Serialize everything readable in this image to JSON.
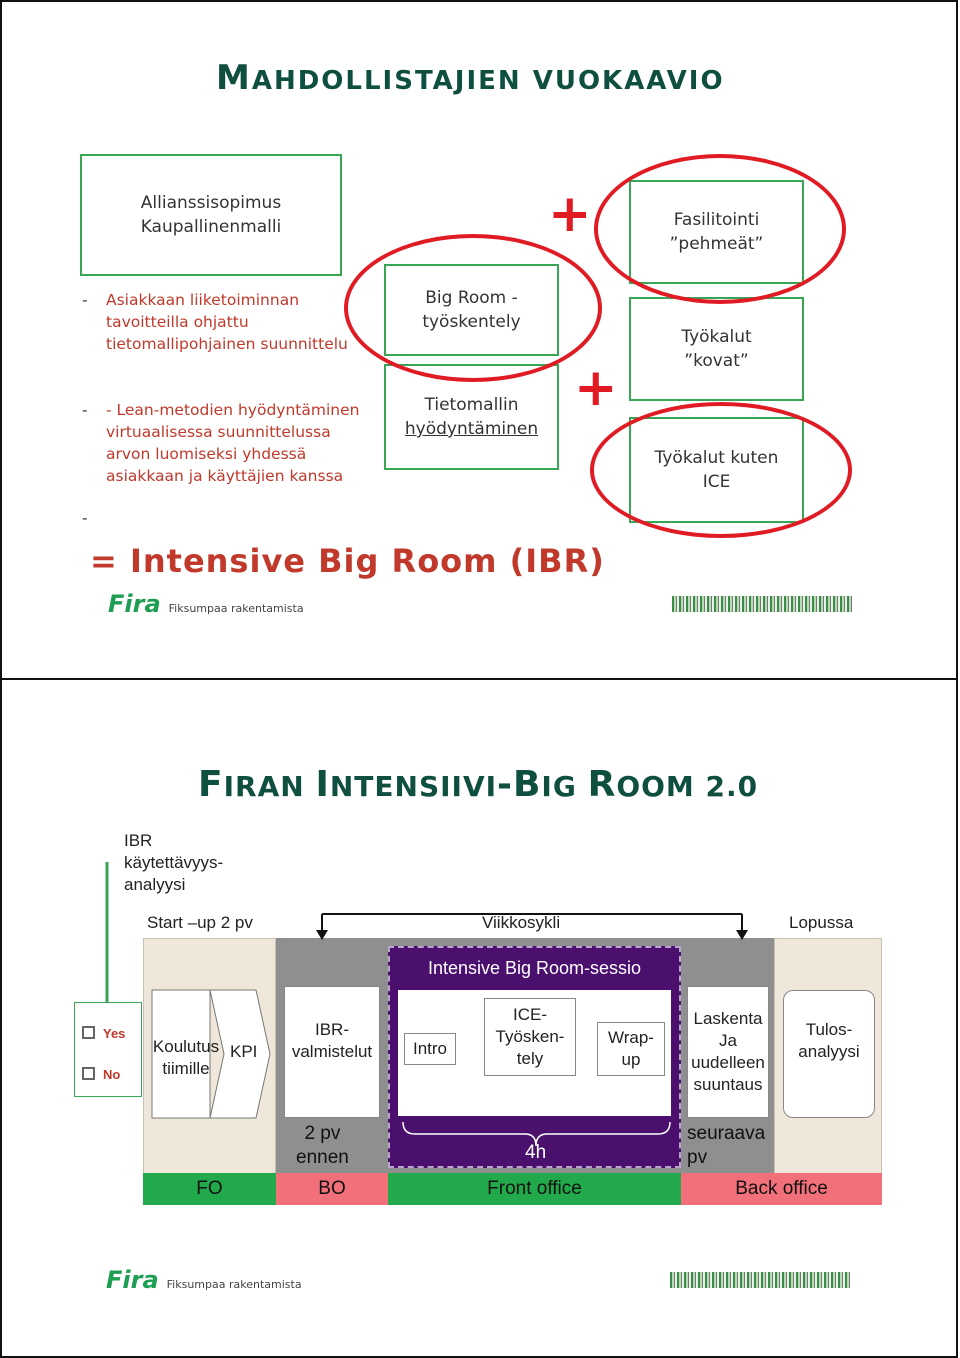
{
  "slide1": {
    "title_first": "M",
    "title_rest": "AHDOLLISTAJIEN VUOKAAVIO",
    "contract_box": [
      "Allianssisopimus",
      "Kaupallinenmalli"
    ],
    "bullets": [
      {
        "dash": "-",
        "text": "Asiakkaan liiketoiminnan tavoitteilla ohjattu tietomallipohjainen suunnittelu"
      },
      {
        "dash": "-",
        "text": "- Lean-metodien hyödyntäminen virtuaalisessa suunnittelussa arvon luomiseksi yhdessä asiakkaan ja käyttäjien kanssa"
      },
      {
        "dash": "-",
        "text": ""
      }
    ],
    "bigroom_box": [
      "Big Room -",
      "työskentely"
    ],
    "model_box": [
      "Tietomallin",
      "hyödyntäminen"
    ],
    "fasilitointi_box": [
      "Fasilitointi",
      "”pehmeät”"
    ],
    "tools_hard_box": [
      "Työkalut",
      "”kovat”"
    ],
    "tools_ice_box": [
      "Työkalut kuten",
      "ICE"
    ],
    "plus_symbol": "+",
    "result": "= Intensive Big Room (IBR)"
  },
  "slide2": {
    "title_parts": [
      "F",
      "IRAN ",
      "I",
      "NTENSIIVI",
      "-B",
      "IG ",
      "R",
      "OOM 2.0"
    ],
    "ibr_label": [
      "IBR",
      "käytettävyys-",
      "analyysi"
    ],
    "phase_start": "Start –up 2 pv",
    "phase_weekly": "Viikkosykli",
    "phase_end": "Lopussa",
    "session_title": "Intensive Big Room-sessio",
    "checkbox_yes": "Yes",
    "checkbox_no": "No",
    "koulutus": [
      "Koulutus",
      "tiimille"
    ],
    "kpi": "KPI",
    "ibr_prep": [
      "IBR-",
      "valmistelut"
    ],
    "intro": "Intro",
    "ice_work": [
      "ICE-",
      "Työsken-",
      "tely"
    ],
    "wrapup": [
      "Wrap-",
      "up"
    ],
    "laskenta": [
      "Laskenta",
      "Ja",
      "uudelleen",
      "suuntaus"
    ],
    "tulos": [
      "Tulos-",
      "analyysi"
    ],
    "two_days_before": [
      "2 pv",
      "ennen"
    ],
    "duration": "4h",
    "next_day": [
      "seuraava",
      "pv"
    ],
    "bottom_bar": [
      "FO",
      "BO",
      "Front office",
      "Back office"
    ]
  },
  "logo": {
    "brand": "Fira",
    "tagline": "Fiksumpaa rakentamista"
  },
  "colors": {
    "accent_green": "#3aa655",
    "title_green": "#0f4f3f",
    "highlight_red": "#e01b24",
    "bullet_red": "#c0392b",
    "session_purple": "#4b0f6e",
    "bar_green": "#22a94b",
    "bar_pink": "#f2707a",
    "beige": "#eee7da",
    "gray": "#8f8f8f"
  }
}
